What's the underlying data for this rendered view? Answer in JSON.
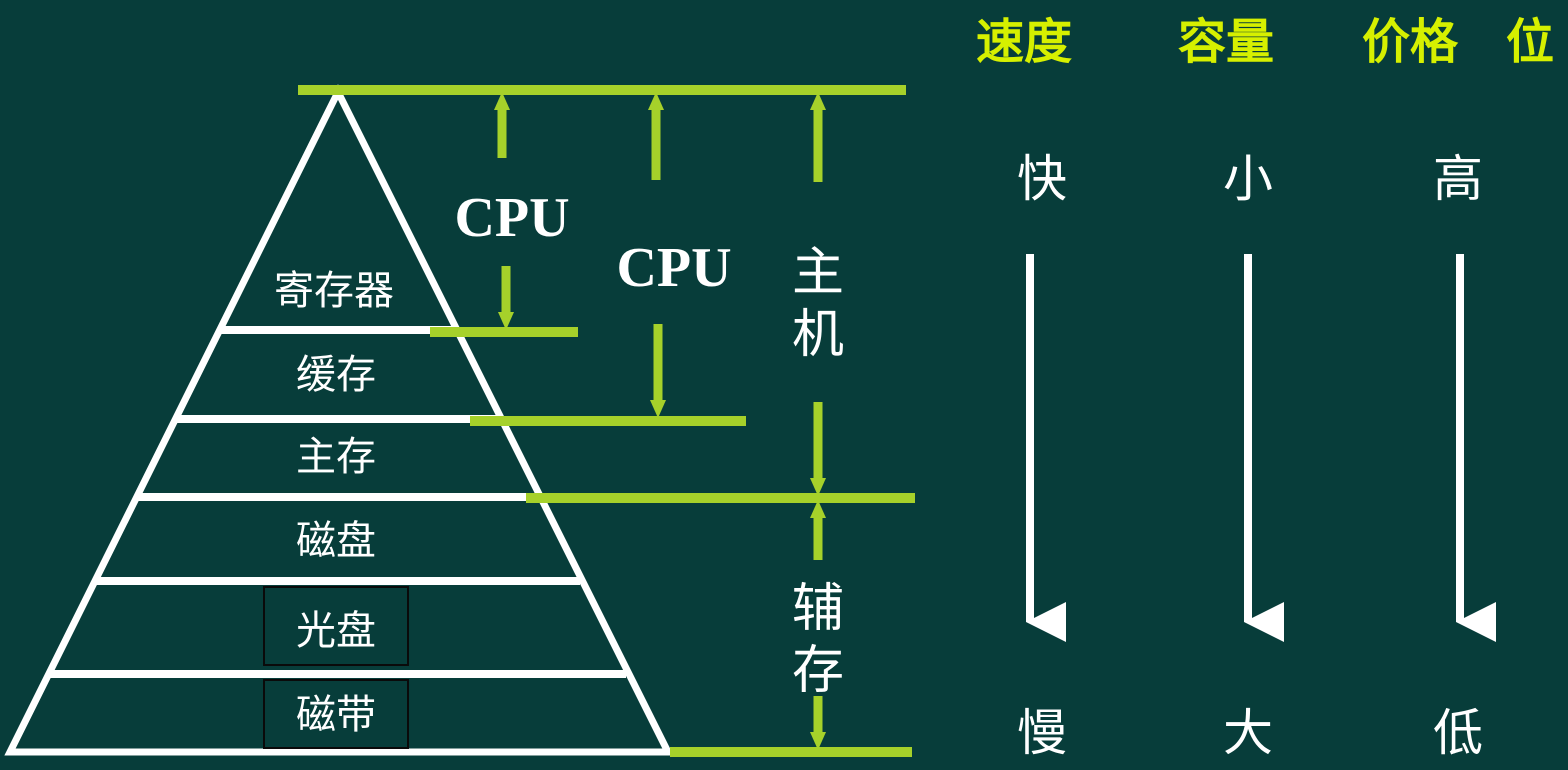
{
  "levels": [
    "寄存器",
    "缓存",
    "主存",
    "磁盘",
    "光盘",
    "磁带"
  ],
  "groups": {
    "cpu_1": "CPU",
    "cpu_2": "CPU",
    "host": [
      "主",
      "机"
    ],
    "aux": [
      "辅",
      "存"
    ]
  },
  "columns": [
    {
      "header": "速度",
      "top": "快",
      "bottom": "慢"
    },
    {
      "header": "容量",
      "top": "小",
      "bottom": "大"
    },
    {
      "header": "价格",
      "top": "高",
      "bottom": "低"
    }
  ],
  "header_extra": "位",
  "colors": {
    "background": "#073d3a",
    "accent": "#a6d12a",
    "header_text": "#d6f000",
    "lines": "#ffffff"
  }
}
